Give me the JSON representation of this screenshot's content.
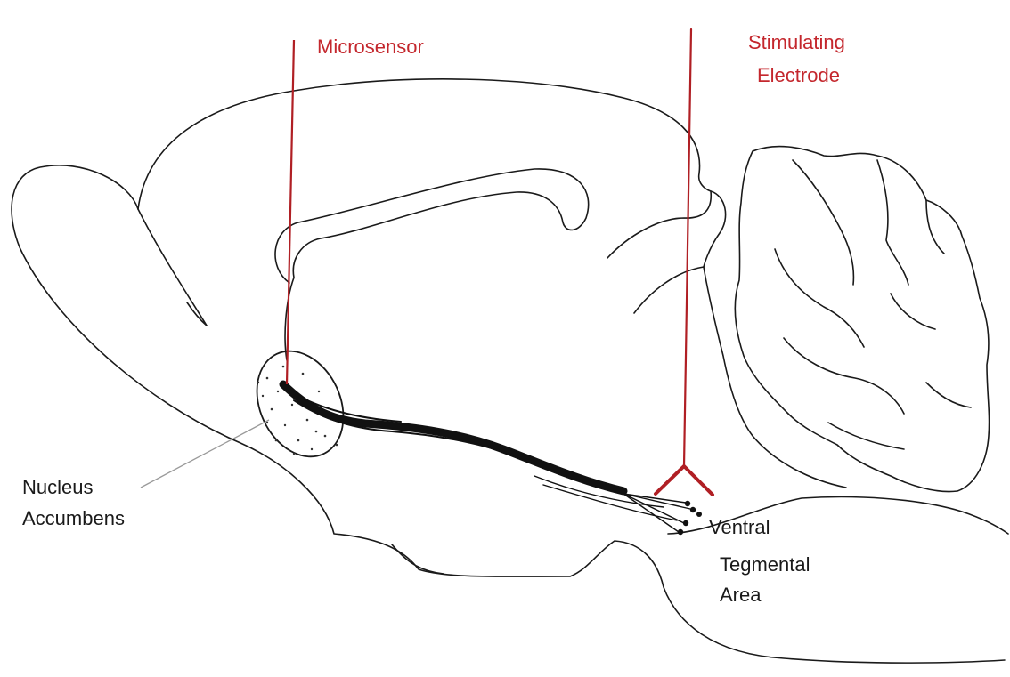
{
  "labels": {
    "microsensor": "Microsensor",
    "stimulating_line1": "Stimulating",
    "stimulating_line2": "Electrode",
    "nucleus_line1": "Nucleus",
    "nucleus_line2": "Accumbens",
    "vta_line1": "Ventral",
    "vta_line2": "Tegmental",
    "vta_line3": "Area"
  },
  "colors": {
    "probe_red": "#b01f24",
    "label_red": "#c4272d",
    "outline": "#1a1a1a",
    "pathway": "#111111",
    "pointer": "#9a9a9a"
  }
}
